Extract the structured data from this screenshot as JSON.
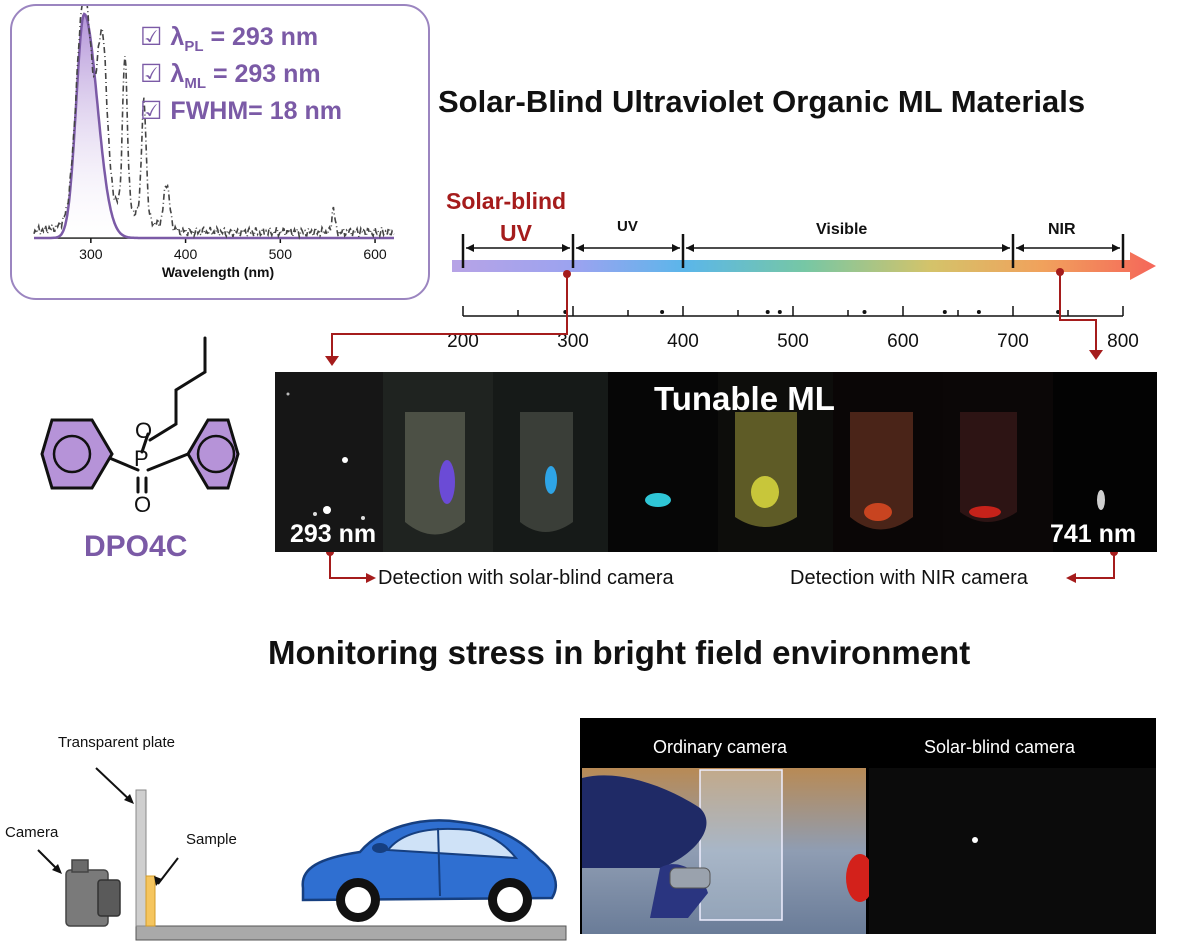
{
  "inset": {
    "chart_data": {
      "type": "line",
      "xlabel": "Wavelength (nm)",
      "ylabel": "",
      "xlim": [
        240,
        620
      ],
      "x_ticks": [
        "300",
        "400",
        "500",
        "600"
      ],
      "series": [
        {
          "style": "solid-purple-filled",
          "peak": 293,
          "fwhm": 18
        },
        {
          "style": "dash-dot-gray",
          "peaks": [
            293,
            312,
            336,
            356,
            380,
            556
          ]
        }
      ]
    },
    "annotations": [
      {
        "check": "☑",
        "symbol": "λ",
        "sub": "PL",
        "rest": " = 293 nm"
      },
      {
        "check": "☑",
        "symbol": "λ",
        "sub": "ML",
        "rest": " = 293 nm"
      },
      {
        "check": "☑",
        "symbol": "",
        "sub": "",
        "rest": "FWHM= 18 nm"
      }
    ]
  },
  "main_title": "Solar-Blind Ultraviolet Organic ML Materials",
  "spectrum": {
    "solar_blind_label_1": "Solar-blind",
    "solar_blind_label_2": "UV",
    "segments": [
      "UV",
      "Visible",
      "NIR"
    ],
    "chart_data": {
      "type": "scatter",
      "x_ticks": [
        "200",
        "300",
        "400",
        "500",
        "600",
        "700",
        "800"
      ],
      "xlim": [
        200,
        800
      ],
      "points": [
        293,
        381,
        477,
        488,
        565,
        638,
        669,
        741
      ]
    }
  },
  "molecule": {
    "name": "DPO4C",
    "atoms": [
      "O",
      "P",
      "O"
    ]
  },
  "photo_strip": {
    "title": "Tunable ML",
    "left_label": "293 nm",
    "right_label": "741 nm"
  },
  "detection": {
    "left": "Detection with solar-blind camera",
    "right": "Detection with NIR camera"
  },
  "subtitle": "Monitoring stress in bright field environment",
  "setup": {
    "plate_label": "Transparent plate",
    "camera_label": "Camera",
    "sample_label": "Sample"
  },
  "photos": {
    "ordinary": "Ordinary camera",
    "solar_blind": "Solar-blind camera"
  },
  "colors": {
    "purple": "#7b5aa6",
    "dark_red": "#a51c1c",
    "car_blue": "#2f6fd1"
  }
}
